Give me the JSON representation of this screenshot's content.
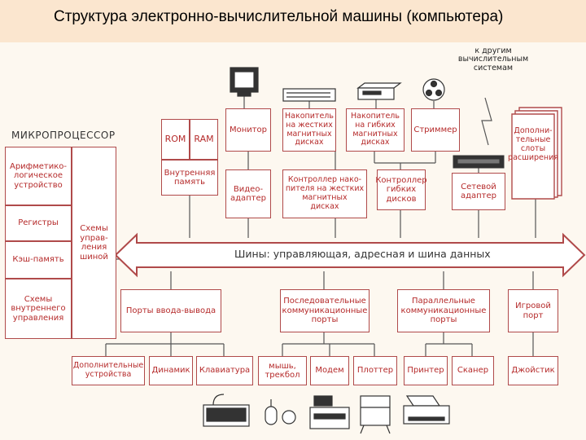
{
  "title": "Структура электронно-вычислительной  машины (компьютера)",
  "microprocessor": {
    "label": "МИКРОПРОЦЕССОР",
    "alu": "Арифметико-\nлогическое\nустройство",
    "registers": "Регистры",
    "cache": "Кэш-память",
    "internal_control": "Схемы\nвнутреннего\nуправления",
    "control_circuits": "Схемы\nуправ-\nления\nшиной"
  },
  "memory": {
    "rom": "ROM",
    "ram": "RAM",
    "internal": "Внутренняя\nпамять"
  },
  "top_devices": {
    "monitor": "Монитор",
    "video_adapter": "Видео-\nадаптер",
    "hdd": "Накопитель\nна жестких\nмагнитных\nдисках",
    "hdd_controller": "Контроллер нако-\nпителя на жестких\nмагнитных\nдисках",
    "fdd": "Накопитель\nна гибких\nмагнитных\nдисках",
    "fdd_controller": "Контроллер\nгибких\nдисков",
    "streamer": "Стриммер",
    "network_adapter": "Сетевой\nадаптер",
    "expansion_slots": "Дополни-\nтельные\nслоты\nрасширения",
    "other_systems": "к другим\nвычислительным\nсистемам"
  },
  "bus": {
    "label": "Шины: управляющая, адресная и шина данных"
  },
  "ports": {
    "io": "Порты ввода-вывода",
    "serial": "Последовательные\nкоммуникационные\nпорты",
    "parallel": "Параллельные\nкоммуникационные\nпорты",
    "game": "Игровой\nпорт"
  },
  "peripherals": {
    "extra": "Дополнительные\nустройства",
    "speaker": "Динамик",
    "keyboard": "Клавиатура",
    "mouse": "мышь,\nтрекбол",
    "modem": "Модем",
    "plotter": "Плоттер",
    "printer": "Принтер",
    "scanner": "Сканер",
    "joystick": "Джойстик"
  },
  "colors": {
    "title_band": "#fbe6cf",
    "box_border": "#b04a4a",
    "box_text": "#b52a2a",
    "line": "#555555"
  }
}
